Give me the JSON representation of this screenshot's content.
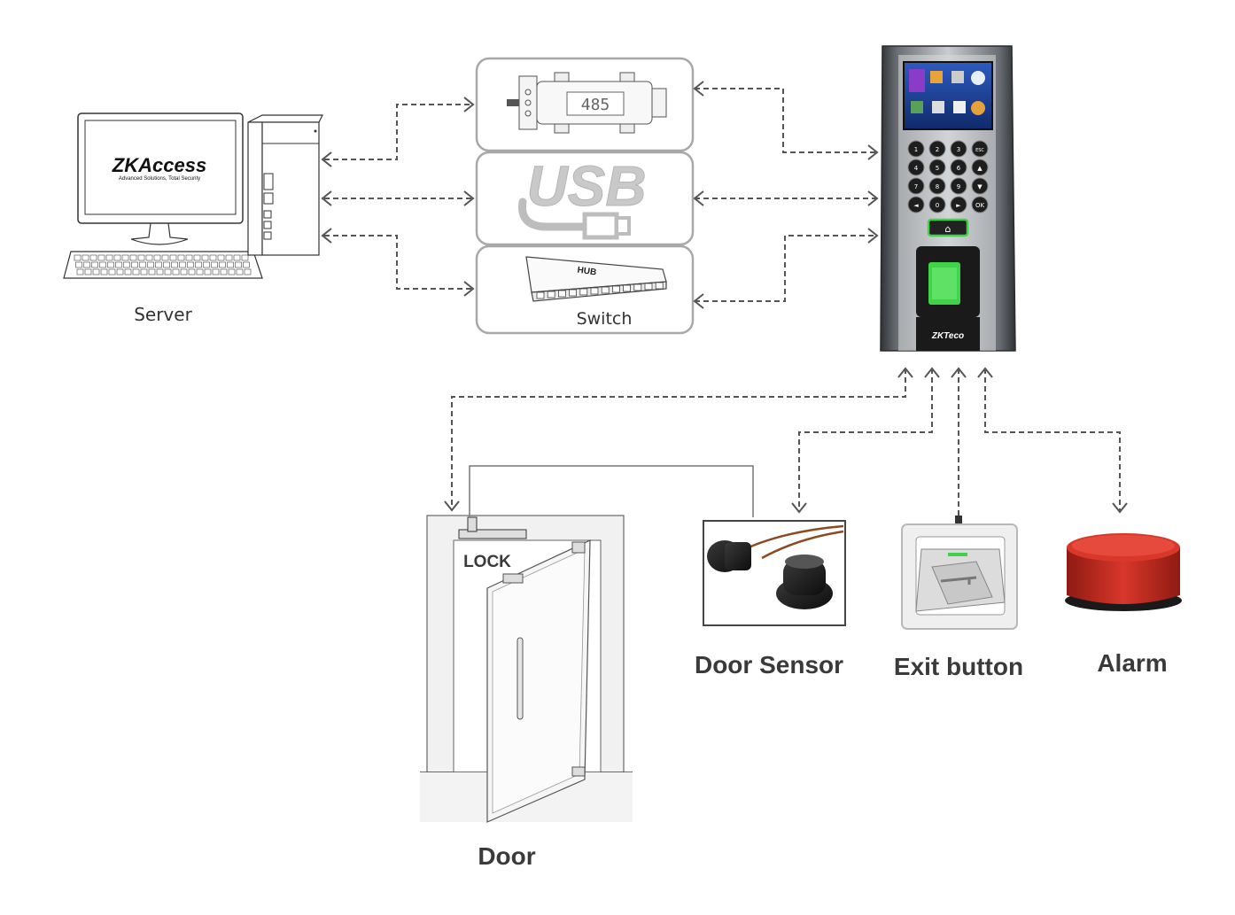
{
  "server": {
    "label": "Server",
    "logo_main": "ZKAccess",
    "logo_tagline": "Advanced Solutions, Total Security"
  },
  "interfaces": {
    "rs485_label": "485",
    "usb_label": "USB",
    "hub_label": "HUB",
    "switch_label": "Switch"
  },
  "terminal": {
    "brand": "ZKTeco",
    "keys": [
      "1",
      "2",
      "3",
      "ESC",
      "4",
      "5",
      "6",
      "▲",
      "7",
      "8",
      "9",
      "▼",
      "◄",
      "0",
      "►",
      "OK"
    ]
  },
  "peripherals": {
    "lock_label": "LOCK",
    "door_label": "Door",
    "door_sensor_label": "Door Sensor",
    "exit_button_label": "Exit button",
    "alarm_label": "Alarm"
  },
  "colors": {
    "arrow": "#555555",
    "alarm_red": "#c0281d",
    "terminal_body": "#4a4d52",
    "screen_blue": "#1c3f8a",
    "fingerprint_green": "#3fd34a"
  }
}
